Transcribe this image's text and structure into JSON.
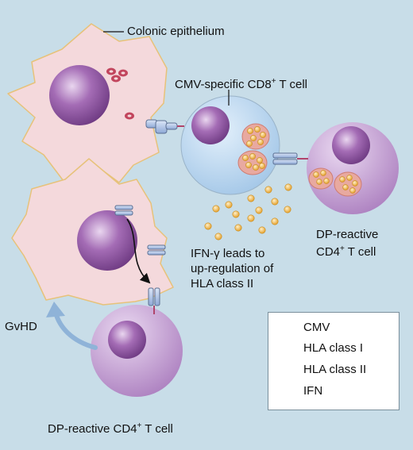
{
  "labels": {
    "colonic_epithelium": "Colonic epithelium",
    "cd8_pre": "CMV-specific CD8",
    "cd8_sup": "+",
    "cd8_post": " T cell",
    "dp_right_line1": "DP-reactive",
    "dp_right_line2_pre": "CD4",
    "dp_right_line2_sup": "+",
    "dp_right_line2_post": " T cell",
    "ifn_line1": "IFN-γ leads to",
    "ifn_line2": "up-regulation of",
    "ifn_line3": "HLA class II",
    "gvhd": "GvHD",
    "dp_bottom_pre": "DP-reactive CD4",
    "dp_bottom_sup": "+",
    "dp_bottom_post": " T cell"
  },
  "legend": {
    "items": [
      {
        "label": "CMV",
        "icon": "cmv-icon"
      },
      {
        "label": "HLA class I",
        "icon": "hla-class-i-icon"
      },
      {
        "label": "HLA class II",
        "icon": "hla-class-ii-icon"
      },
      {
        "label": "IFN",
        "icon": "ifn-icon"
      }
    ]
  },
  "colors": {
    "background": "#c8dde8",
    "epithelium_fill": "#f4d9dc",
    "epithelium_stroke": "#e7c27a",
    "cd8_cell": "#bcd8f0",
    "cd4_cell": "#c9a6d6",
    "nucleus": "#8a4f9c",
    "cmv": "#c2455d",
    "ifn": "#f0b03a",
    "hla": "#a9bfe3",
    "gvhd_arrow": "#8fb3d8"
  }
}
